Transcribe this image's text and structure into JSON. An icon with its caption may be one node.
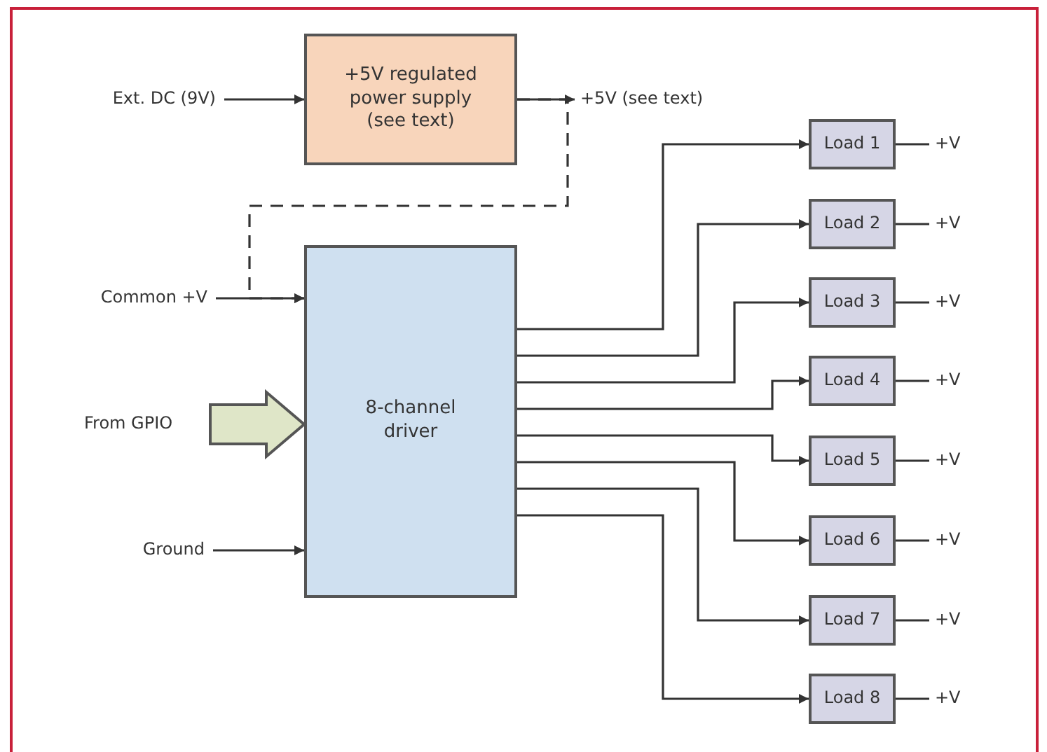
{
  "diagram": {
    "nodes": [
      {
        "text": [
          "Ext. DC (9V)"
        ]
      },
      {
        "text": [
          "+5V regulated power supply (see text)"
        ]
      },
      {
        "text": [
          "+5V (see text)"
        ]
      },
      {
        "text": [
          "Common +V"
        ]
      },
      {
        "text": [
          "8-channel driver"
        ]
      },
      {
        "text": [
          "From GPIO"
        ]
      },
      {
        "text": [
          "Ground"
        ]
      },
      {
        "text": [
          "Load 1"
        ]
      },
      {
        "text": [
          "Load 2"
        ]
      },
      {
        "text": [
          "Load 3"
        ]
      },
      {
        "text": [
          "Load 4"
        ]
      },
      {
        "text": [
          "Load 5"
        ]
      },
      {
        "text": [
          "Load 6"
        ]
      },
      {
        "text": [
          "Load 7"
        ]
      },
      {
        "text": [
          "Load 8"
        ]
      },
      {
        "text": [
          "+V"
        ]
      },
      {
        "text": [
          "+V"
        ]
      },
      {
        "text": [
          "+V"
        ]
      },
      {
        "text": [
          "+V"
        ]
      },
      {
        "text": [
          "+V"
        ]
      },
      {
        "text": [
          "+V"
        ]
      },
      {
        "text": [
          "+V"
        ]
      },
      {
        "text": [
          "+V"
        ]
      }
    ],
    "edges": [
      {
        "from": 0,
        "to": 1,
        "arrow": "to"
      },
      {
        "from": 1,
        "to": 2,
        "arrow": "to"
      },
      {
        "from": 1,
        "to": 4,
        "arrow": "to",
        "style": "dashed"
      },
      {
        "from": 3,
        "to": 4,
        "arrow": "to"
      },
      {
        "from": 5,
        "to": 4,
        "arrow": "to",
        "style": "thick"
      },
      {
        "from": 6,
        "to": 4,
        "arrow": "to"
      },
      {
        "from": 4,
        "to": 7,
        "arrow": "to"
      },
      {
        "from": 4,
        "to": 8,
        "arrow": "to"
      },
      {
        "from": 4,
        "to": 9,
        "arrow": "to"
      },
      {
        "from": 4,
        "to": 10,
        "arrow": "to"
      },
      {
        "from": 4,
        "to": 11,
        "arrow": "to"
      },
      {
        "from": 4,
        "to": 12,
        "arrow": "to"
      },
      {
        "from": 4,
        "to": 13,
        "arrow": "to"
      },
      {
        "from": 4,
        "to": 14,
        "arrow": "to"
      },
      {
        "from": 7,
        "to": 15,
        "arrow": "none"
      },
      {
        "from": 8,
        "to": 16,
        "arrow": "none"
      },
      {
        "from": 9,
        "to": 17,
        "arrow": "none"
      },
      {
        "from": 10,
        "to": 18,
        "arrow": "none"
      },
      {
        "from": 11,
        "to": 19,
        "arrow": "none"
      },
      {
        "from": 12,
        "to": 20,
        "arrow": "none"
      },
      {
        "from": 13,
        "to": 21,
        "arrow": "none"
      },
      {
        "from": 14,
        "to": 22,
        "arrow": "none"
      }
    ]
  }
}
